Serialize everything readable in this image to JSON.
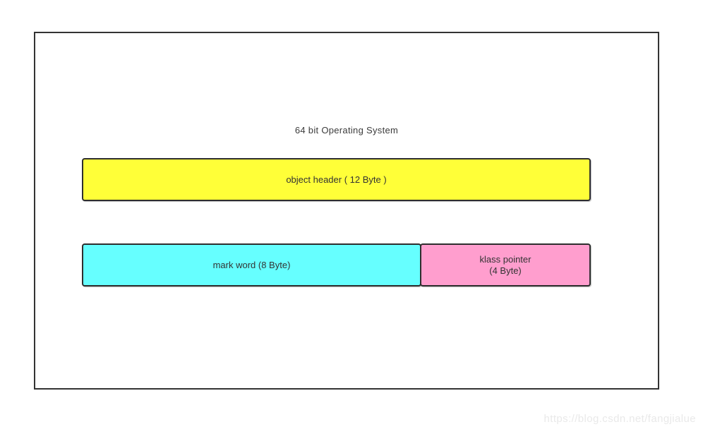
{
  "diagram": {
    "title": "64 bit Operating System",
    "object_header": {
      "label": "object header ( 12 Byte )",
      "fill": "#ffff38"
    },
    "mark_word": {
      "label": "mark word (8 Byte)",
      "fill": "#66ffff"
    },
    "klass_pointer": {
      "label_line1": "klass pointer",
      "label_line2": "(4 Byte)",
      "fill": "#ff9ece"
    },
    "border_color": "#2e2e2e"
  },
  "watermark": {
    "text": "https://blog.csdn.net/fangjialue"
  }
}
